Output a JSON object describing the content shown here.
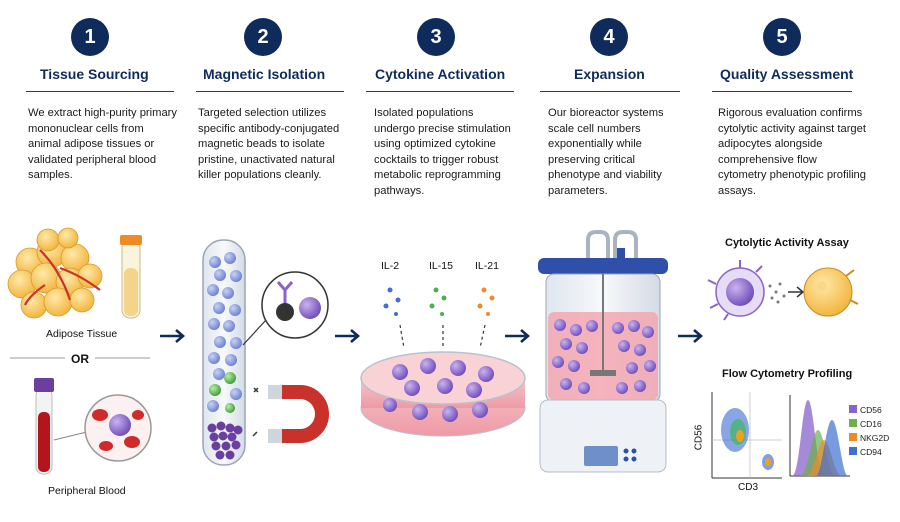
{
  "steps": [
    {
      "number": "1",
      "title": "Tissue Sourcing",
      "description": "We extract high-purity primary mononuclear cells from animal adipose tissues or validated peripheral blood samples."
    },
    {
      "number": "2",
      "title": "Magnetic Isolation",
      "description": "Targeted selection utilizes specific antibody-conjugated magnetic beads to isolate pristine, unactivated natural killer populations cleanly."
    },
    {
      "number": "3",
      "title": "Cytokine Activation",
      "description": "Isolated populations undergo precise stimulation using optimized cytokine cocktails to trigger robust metabolic reprogramming pathways."
    },
    {
      "number": "4",
      "title": "Expansion",
      "description": "Our bioreactor systems scale cell numbers exponentially while preserving critical phenotype and viability parameters."
    },
    {
      "number": "5",
      "title": "Quality Assessment",
      "description": "Rigorous evaluation confirms cytolytic activity against target adipocytes alongside comprehensive flow cytometry phenotypic profiling assays."
    }
  ],
  "sourcing": {
    "adipose_label": "Adipose Tissue",
    "or_label": "OR",
    "blood_label": "Peripheral Blood"
  },
  "cytokines": [
    "IL-2",
    "IL-15",
    "IL-21"
  ],
  "assessment": {
    "cytolytic_title": "Cytolytic Activity Assay",
    "flow_title": "Flow Cytometry Profiling",
    "y_axis": "CD56",
    "x_axis": "CD3",
    "markers": [
      {
        "name": "CD56",
        "color": "#8a63c9"
      },
      {
        "name": "CD16",
        "color": "#6ab04c"
      },
      {
        "name": "NKG2D",
        "color": "#f08a24"
      },
      {
        "name": "CD94",
        "color": "#3f6fd1"
      }
    ]
  },
  "colors": {
    "navy": "#0f2b5b",
    "arrow": "#0f2b5b"
  }
}
